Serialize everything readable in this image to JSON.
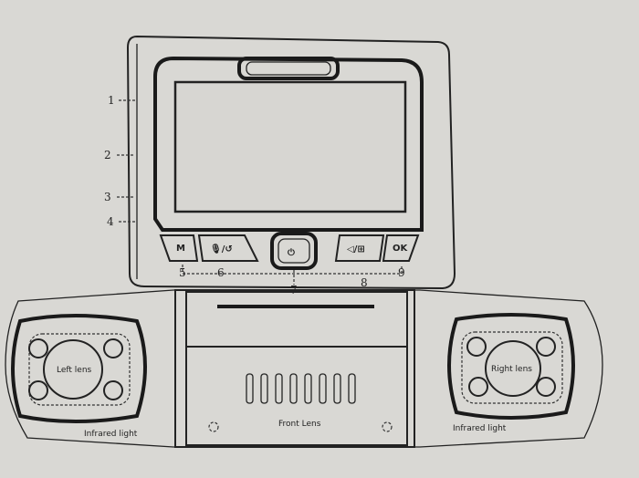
{
  "callouts": [
    "1",
    "2",
    "3",
    "4",
    "5",
    "6",
    "7",
    "8",
    "9"
  ],
  "buttons": {
    "m": "M",
    "mic": "🎙/↺",
    "power": "⏻",
    "rec": "◁/⊞",
    "ok": "OK"
  },
  "labels": {
    "left_lens": "Left lens",
    "right_lens": "Right lens",
    "front_lens": "Front Lens",
    "infrared_left": "Infrared light",
    "infrared_right": "Infrared light"
  }
}
